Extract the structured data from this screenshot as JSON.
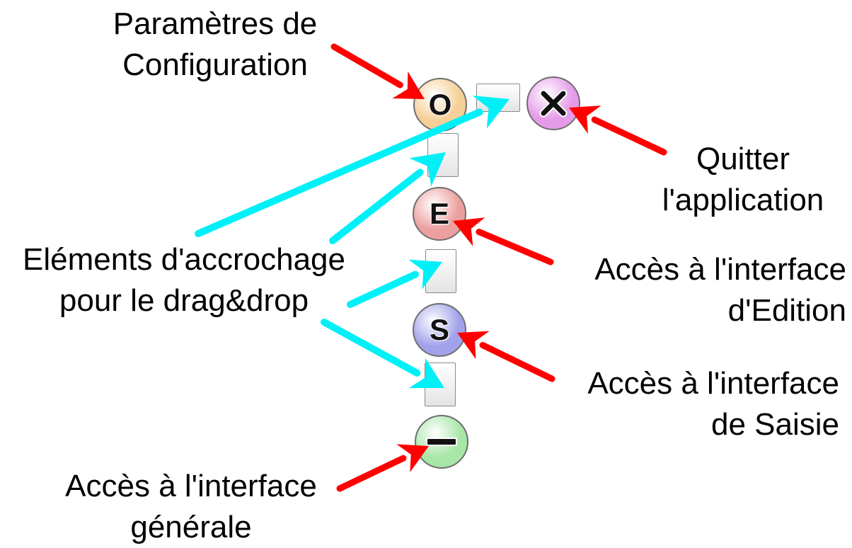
{
  "labels": {
    "config": [
      "Paramètres de",
      "Configuration"
    ],
    "quit": [
      "Quitter",
      "l'application"
    ],
    "anchors": [
      "Eléments d'accrochage",
      "pour le drag&drop"
    ],
    "edition": [
      "Accès à l'interface",
      "d'Edition"
    ],
    "saisie": [
      "Accès à l'interface",
      "de Saisie"
    ],
    "generale": [
      "Accès à l'interface",
      "générale"
    ]
  },
  "buttons": {
    "config": {
      "glyph": "O",
      "color": "#f6cf97"
    },
    "quit": {
      "icon": "close-icon",
      "color": "#e59be9"
    },
    "edition": {
      "glyph": "E",
      "color": "#ec9f9f"
    },
    "saisie": {
      "glyph": "S",
      "color": "#a2a2ea"
    },
    "generale": {
      "icon": "minus-icon",
      "color": "#a6e6a6"
    }
  },
  "colors": {
    "red_arrow": "#ff0000",
    "cyan_arrow": "#00f0f8"
  }
}
